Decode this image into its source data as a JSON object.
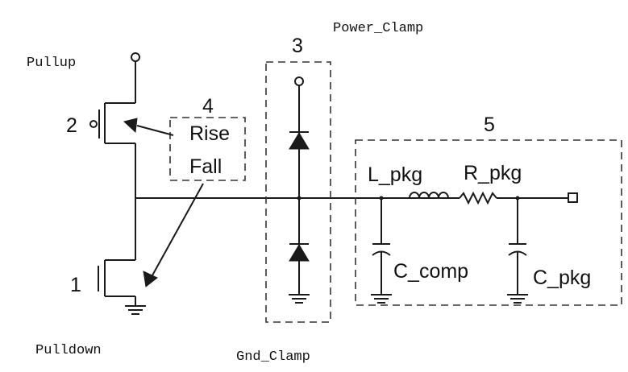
{
  "labels": {
    "pullup": "Pullup",
    "pulldown": "Pulldown",
    "power_clamp": "Power_Clamp",
    "gnd_clamp": "Gnd_Clamp",
    "num_1": "1",
    "num_2": "2",
    "num_3": "3",
    "num_4": "4",
    "num_5": "5",
    "rise": "Rise",
    "fall": "Fall",
    "l_pkg": "L_pkg",
    "r_pkg": "R_pkg",
    "c_comp": "C_comp",
    "c_pkg": "C_pkg"
  }
}
